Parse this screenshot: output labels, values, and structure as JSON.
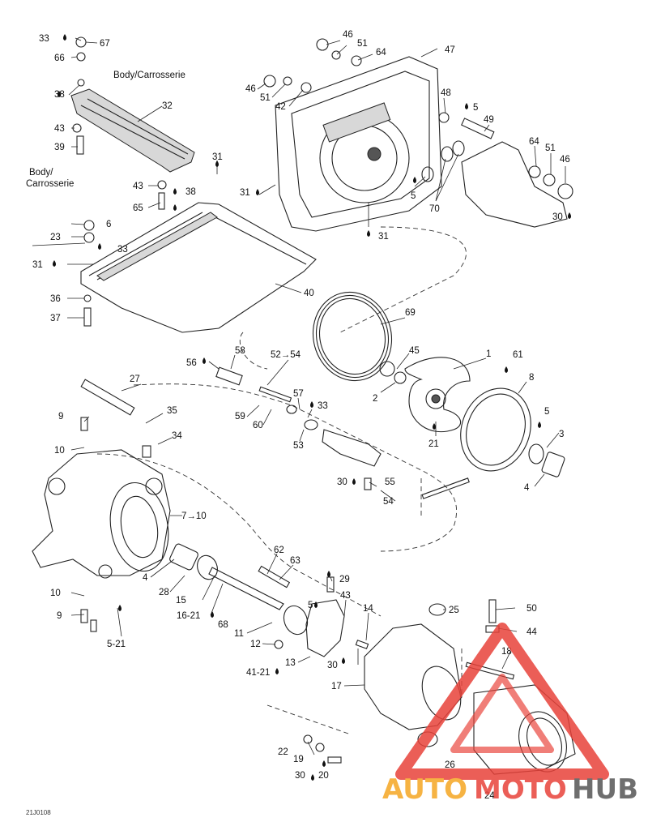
{
  "diagram": {
    "notes": {
      "body_top": "Body/Carrosserie",
      "body_left_1": "Body/",
      "body_left_2": "Carrosserie"
    },
    "callouts": [
      {
        "id": "c33a",
        "text": "33"
      },
      {
        "id": "c67",
        "text": "67"
      },
      {
        "id": "c66",
        "text": "66"
      },
      {
        "id": "c38a",
        "text": "38"
      },
      {
        "id": "c32",
        "text": "32"
      },
      {
        "id": "c43a",
        "text": "43"
      },
      {
        "id": "c39",
        "text": "39"
      },
      {
        "id": "c43b",
        "text": "43"
      },
      {
        "id": "c38b",
        "text": "38"
      },
      {
        "id": "c65",
        "text": "65"
      },
      {
        "id": "c31a",
        "text": "31"
      },
      {
        "id": "c6",
        "text": "6"
      },
      {
        "id": "c23",
        "text": "23"
      },
      {
        "id": "c33b",
        "text": "33"
      },
      {
        "id": "c31b",
        "text": "31"
      },
      {
        "id": "c40",
        "text": "40"
      },
      {
        "id": "c36",
        "text": "36"
      },
      {
        "id": "c37",
        "text": "37"
      },
      {
        "id": "c46a",
        "text": "46"
      },
      {
        "id": "c51a",
        "text": "51"
      },
      {
        "id": "c64a",
        "text": "64"
      },
      {
        "id": "c47",
        "text": "47"
      },
      {
        "id": "c46b",
        "text": "46"
      },
      {
        "id": "c51b",
        "text": "51"
      },
      {
        "id": "c42",
        "text": "42"
      },
      {
        "id": "c48",
        "text": "48"
      },
      {
        "id": "c5a",
        "text": "5"
      },
      {
        "id": "c49",
        "text": "49"
      },
      {
        "id": "c31c",
        "text": "31"
      },
      {
        "id": "c5b",
        "text": "5"
      },
      {
        "id": "c70",
        "text": "70"
      },
      {
        "id": "c31d",
        "text": "31"
      },
      {
        "id": "c64b",
        "text": "64"
      },
      {
        "id": "c51c",
        "text": "51"
      },
      {
        "id": "c46c",
        "text": "46"
      },
      {
        "id": "c30a",
        "text": "30"
      },
      {
        "id": "c69",
        "text": "69"
      },
      {
        "id": "c56",
        "text": "56"
      },
      {
        "id": "c58",
        "text": "58"
      },
      {
        "id": "c52_54",
        "text": "52→54"
      },
      {
        "id": "c45",
        "text": "45"
      },
      {
        "id": "c1",
        "text": "1"
      },
      {
        "id": "c61",
        "text": "61"
      },
      {
        "id": "c2",
        "text": "2"
      },
      {
        "id": "c8",
        "text": "8"
      },
      {
        "id": "c27",
        "text": "27"
      },
      {
        "id": "c57",
        "text": "57"
      },
      {
        "id": "c33c",
        "text": "33"
      },
      {
        "id": "c59",
        "text": "59"
      },
      {
        "id": "c60",
        "text": "60"
      },
      {
        "id": "c9a",
        "text": "9"
      },
      {
        "id": "c35",
        "text": "35"
      },
      {
        "id": "c34",
        "text": "34"
      },
      {
        "id": "c10a",
        "text": "10"
      },
      {
        "id": "c53",
        "text": "53"
      },
      {
        "id": "c21a",
        "text": "21"
      },
      {
        "id": "c5c",
        "text": "5"
      },
      {
        "id": "c3",
        "text": "3"
      },
      {
        "id": "c30b",
        "text": "30"
      },
      {
        "id": "c55",
        "text": "55"
      },
      {
        "id": "c4a",
        "text": "4"
      },
      {
        "id": "c54",
        "text": "54"
      },
      {
        "id": "c7_10",
        "text": "7→10"
      },
      {
        "id": "c62",
        "text": "62"
      },
      {
        "id": "c63",
        "text": "63"
      },
      {
        "id": "c4b",
        "text": "4"
      },
      {
        "id": "c28",
        "text": "28"
      },
      {
        "id": "c29",
        "text": "29"
      },
      {
        "id": "c10b",
        "text": "10"
      },
      {
        "id": "c15",
        "text": "15"
      },
      {
        "id": "c5d",
        "text": "5"
      },
      {
        "id": "c43c",
        "text": "43"
      },
      {
        "id": "c14",
        "text": "14"
      },
      {
        "id": "c25",
        "text": "25"
      },
      {
        "id": "c50",
        "text": "50"
      },
      {
        "id": "c9b",
        "text": "9"
      },
      {
        "id": "c16_21",
        "text": "16-21"
      },
      {
        "id": "c68",
        "text": "68"
      },
      {
        "id": "c11",
        "text": "11"
      },
      {
        "id": "c44",
        "text": "44"
      },
      {
        "id": "c5_21",
        "text": "5-21"
      },
      {
        "id": "c12",
        "text": "12"
      },
      {
        "id": "c18",
        "text": "18"
      },
      {
        "id": "c30c",
        "text": "30"
      },
      {
        "id": "c41_21",
        "text": "41-21"
      },
      {
        "id": "c13",
        "text": "13"
      },
      {
        "id": "c17",
        "text": "17"
      },
      {
        "id": "c22",
        "text": "22"
      },
      {
        "id": "c19",
        "text": "19"
      },
      {
        "id": "c26",
        "text": "26"
      },
      {
        "id": "c30d",
        "text": "30"
      },
      {
        "id": "c20",
        "text": "20"
      },
      {
        "id": "c24",
        "text": "24"
      }
    ],
    "drawing_code": "21J0108"
  },
  "watermark": {
    "word_auto": "AUTO",
    "word_moto": "MOTO",
    "word_hub": "HUB",
    "color_primary": "#e8423a",
    "color_secondary": "#f5a623",
    "color_dark": "#555555"
  }
}
